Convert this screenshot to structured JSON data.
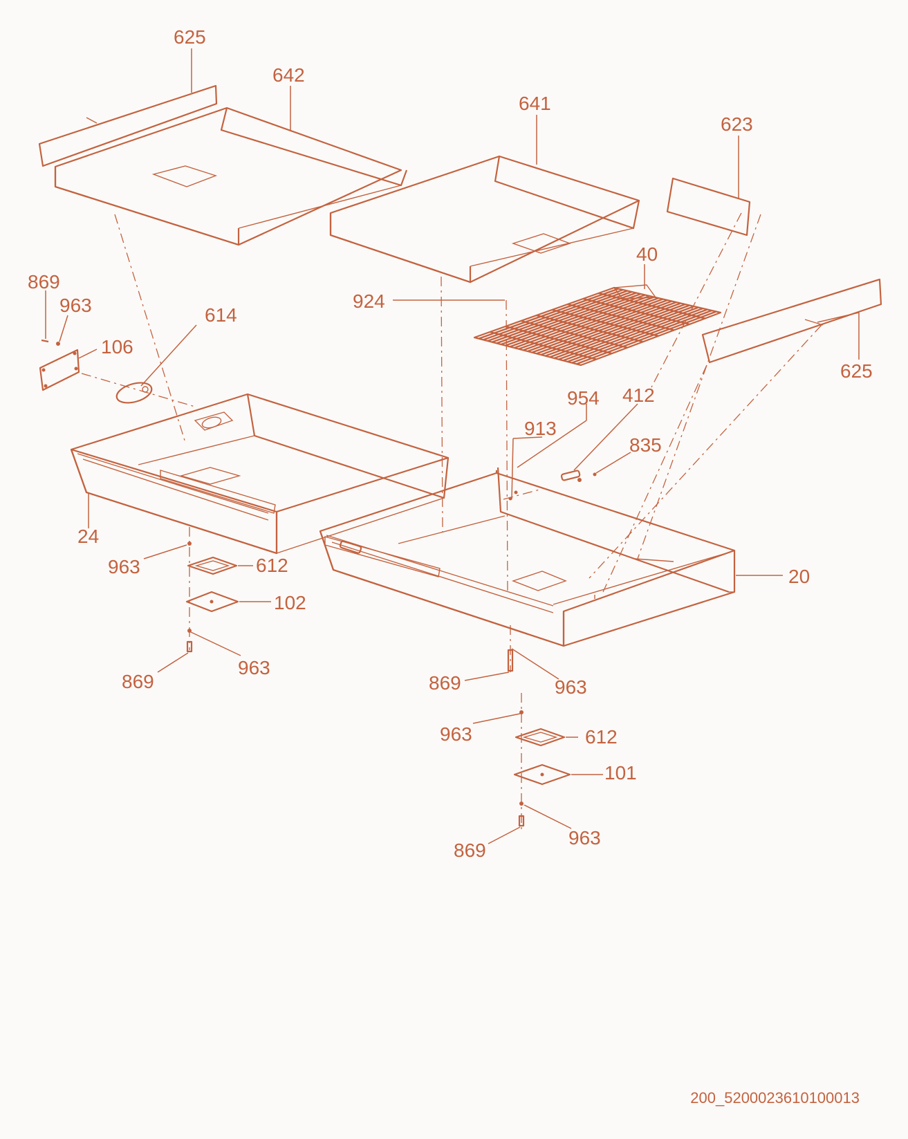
{
  "callouts": [
    {
      "id": "c625a",
      "text": "625"
    },
    {
      "id": "c642",
      "text": "642"
    },
    {
      "id": "c641",
      "text": "641"
    },
    {
      "id": "c623",
      "text": "623"
    },
    {
      "id": "c40",
      "text": "40"
    },
    {
      "id": "c625b",
      "text": "625"
    },
    {
      "id": "c869a",
      "text": "869"
    },
    {
      "id": "c963a",
      "text": "963"
    },
    {
      "id": "c106",
      "text": "106"
    },
    {
      "id": "c614",
      "text": "614"
    },
    {
      "id": "c924",
      "text": "924"
    },
    {
      "id": "c954",
      "text": "954"
    },
    {
      "id": "c412",
      "text": "412"
    },
    {
      "id": "c913",
      "text": "913"
    },
    {
      "id": "c835",
      "text": "835"
    },
    {
      "id": "c24",
      "text": "24"
    },
    {
      "id": "c963b",
      "text": "963"
    },
    {
      "id": "c612a",
      "text": "612"
    },
    {
      "id": "c102",
      "text": "102"
    },
    {
      "id": "c869b",
      "text": "869"
    },
    {
      "id": "c963c",
      "text": "963"
    },
    {
      "id": "c20",
      "text": "20"
    },
    {
      "id": "c869c",
      "text": "869"
    },
    {
      "id": "c963d",
      "text": "963"
    },
    {
      "id": "c963e",
      "text": "963"
    },
    {
      "id": "c612b",
      "text": "612"
    },
    {
      "id": "c101",
      "text": "101"
    },
    {
      "id": "c869d",
      "text": "869"
    },
    {
      "id": "c963f",
      "text": "963"
    }
  ],
  "document_id": "200_5200023610100013",
  "colors": {
    "line": "#c4623f",
    "background": "#fbfaf8"
  }
}
